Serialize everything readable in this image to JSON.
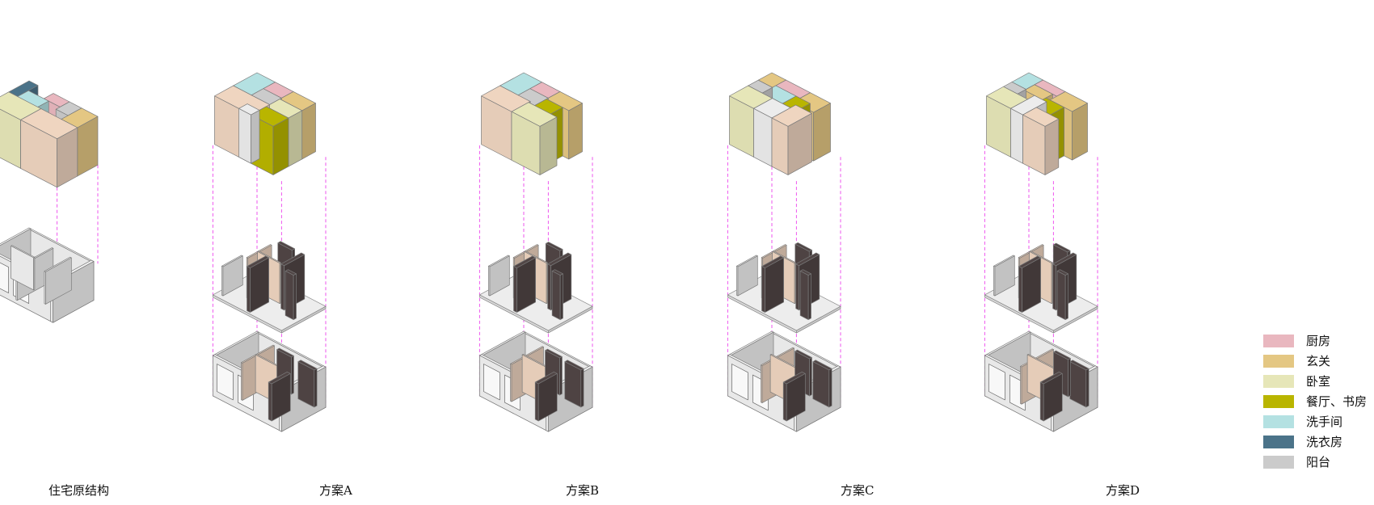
{
  "captions": [
    "住宅原结构",
    "方案A",
    "方案B",
    "方案C",
    "方案D"
  ],
  "legend": [
    {
      "label": "厨房",
      "color": "#e9b7bf"
    },
    {
      "label": "玄关",
      "color": "#e4c783"
    },
    {
      "label": "卧室",
      "color": "#e6e6b8"
    },
    {
      "label": "餐厅、书房",
      "color": "#b9b500"
    },
    {
      "label": "洗手间",
      "color": "#b4e1e2"
    },
    {
      "label": "洗衣房",
      "color": "#4b7389"
    },
    {
      "label": "阳台",
      "color": "#cbcbcb"
    }
  ],
  "colors": {
    "peach": "#efd5c0",
    "white_block": "#ececec",
    "dark_wood": "#514646",
    "guide_line": "#ee55ee",
    "model_white": "#f2f2f2"
  }
}
